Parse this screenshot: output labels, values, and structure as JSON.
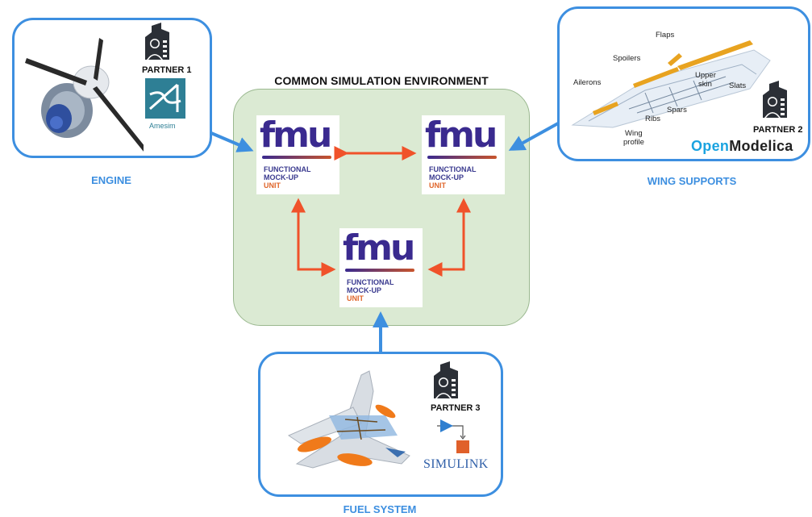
{
  "environment": {
    "title": "COMMON SIMULATION ENVIRONMENT"
  },
  "fmu": {
    "logo": "fmu",
    "line1": "FUNCTIONAL",
    "line2": "MOCK-UP",
    "line3": "UNIT"
  },
  "engine": {
    "partner": "PARTNER 1",
    "tool": "Amesim",
    "label": "ENGINE"
  },
  "wing": {
    "partner": "PARTNER 2",
    "tool_prefix": "Open",
    "tool_suffix": "Modelica",
    "label": "WING SUPPORTS",
    "parts": {
      "flaps": "Flaps",
      "spoilers": "Spoilers",
      "ailerons": "Ailerons",
      "upper_skin_1": "Upper",
      "upper_skin_2": "skin",
      "slats": "Slats",
      "spars": "Spars",
      "ribs": "Ribs",
      "wing_profile_1": "Wing",
      "wing_profile_2": "profile"
    }
  },
  "fuel": {
    "partner": "PARTNER 3",
    "tool": "SIMULINK",
    "label": "FUEL SYSTEM"
  },
  "colors": {
    "blue": "#3d8fe0",
    "orange": "#f0522a",
    "env_fill": "#dbead3",
    "fmu_purple": "#3a2a8f"
  },
  "icons": [
    "building-icon",
    "amesim-icon",
    "simulink-icon",
    "propeller-engine",
    "wing-structure",
    "fighter-jet"
  ]
}
